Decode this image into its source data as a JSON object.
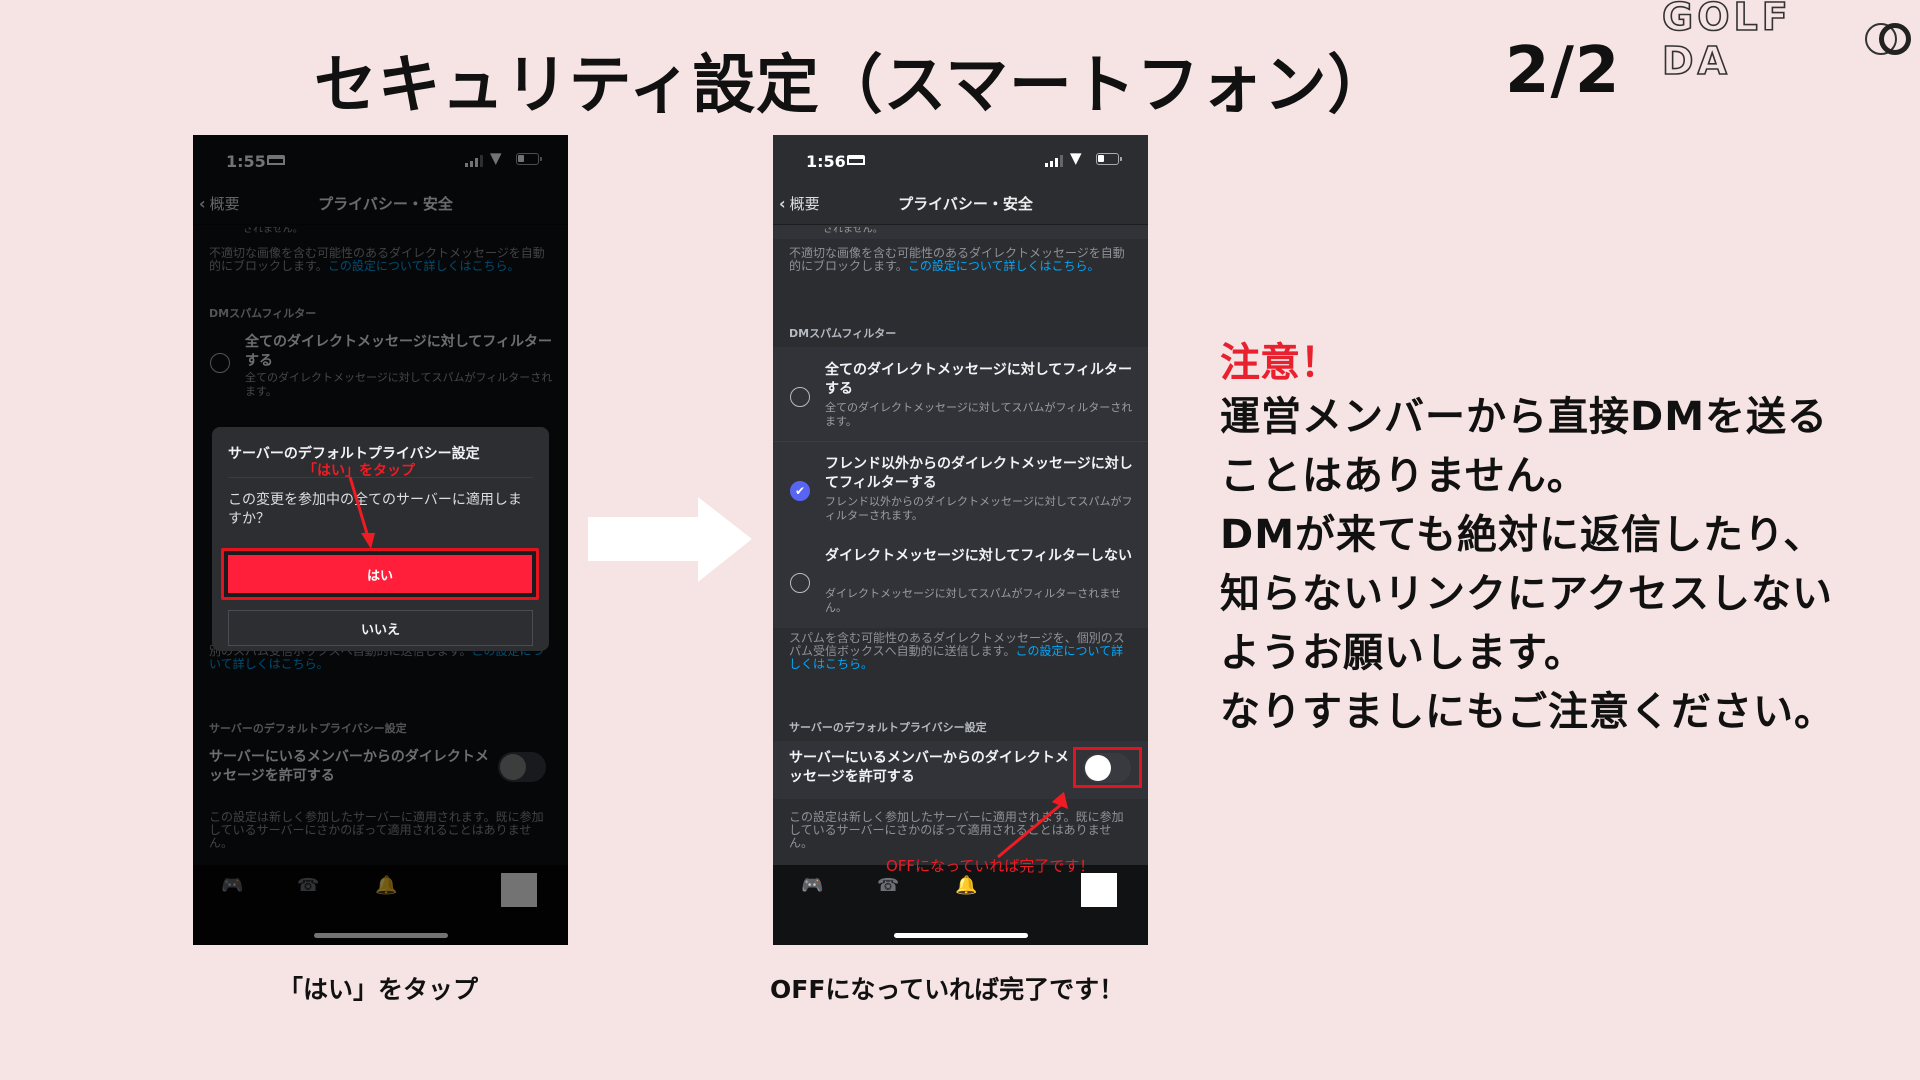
{
  "header": {
    "title": "セキュリティ設定（スマートフォン）",
    "page_indicator": "2/2",
    "logo_text": "GOLF DA"
  },
  "phone_left": {
    "status": {
      "time": "1:55"
    },
    "nav": {
      "back_label": "概要",
      "title": "プライバシー・安全"
    },
    "clipped_top_text": "されません。",
    "explicit_note": "不適切な画像を含む可能性のあるダイレクトメッセージを自動的にブロックします。",
    "explicit_link": "この設定について詳しくはこちら。",
    "spam_section_label": "DMスパムフィルター",
    "option1": {
      "title": "全てのダイレクトメッセージに対してフィルターする",
      "desc": "全てのダイレクトメッセージに対してスパムがフィルターされます。"
    },
    "spam_note_partial": "別のスパム受信ボックスへ自動的に送信します。",
    "spam_link_partial": "この設定について詳しくはこちら。",
    "server_section_label": "サーバーのデフォルトプライバシー設定",
    "server_toggle_title": "サーバーにいるメンバーからのダイレクトメッセージを許可する",
    "server_note": "この設定は新しく参加したサーバーに適用されます。既に参加しているサーバーにさかのぼって適用されることはありません。",
    "dialog": {
      "title": "サーバーのデフォルトプライバシー設定",
      "body": "この変更を参加中の全てのサーバーに適用しますか？",
      "yes_label": "はい",
      "no_label": "いいえ"
    },
    "annotation": "「はい」をタップ"
  },
  "phone_right": {
    "status": {
      "time": "1:56"
    },
    "nav": {
      "back_label": "概要",
      "title": "プライバシー・安全"
    },
    "clipped_top_text": "されません。",
    "explicit_note": "不適切な画像を含む可能性のあるダイレクトメッセージを自動的にブロックします。",
    "explicit_link": "この設定について詳しくはこちら。",
    "spam_section_label": "DMスパムフィルター",
    "options": [
      {
        "title": "全てのダイレクトメッセージに対してフィルターする",
        "desc": "全てのダイレクトメッセージに対してスパムがフィルターされます。",
        "selected": false
      },
      {
        "title": "フレンド以外からのダイレクトメッセージに対してフィルターする",
        "desc": "フレンド以外からのダイレクトメッセージに対してスパムがフィルターされます。",
        "selected": true
      },
      {
        "title": "ダイレクトメッセージに対してフィルターしない",
        "desc": "ダイレクトメッセージに対してスパムがフィルターされません。",
        "selected": false
      }
    ],
    "spam_note": "スパムを含む可能性のあるダイレクトメッセージを、個別のスパム受信ボックスへ自動的に送信します。",
    "spam_link": "この設定について詳しくはこちら。",
    "server_section_label": "サーバーのデフォルトプライバシー設定",
    "server_toggle_title": "サーバーにいるメンバーからのダイレクトメッセージを許可する",
    "server_toggle_state": "OFF",
    "server_note": "この設定は新しく参加したサーバーに適用されます。既に参加しているサーバーにさかのぼって適用されることはありません。",
    "annotation": "OFFになっていれば完了です！"
  },
  "notice": {
    "heading": "注意！",
    "lines": [
      "運営メンバーから直接DMを送る",
      "ことはありません。",
      "DMが来ても絶対に返信したり、",
      "知らないリンクにアクセスしない",
      "ようお願いします。",
      "なりすましにもご注意ください。"
    ]
  },
  "captions": {
    "left": "「はい」をタップ",
    "right": "OFFになっていれば完了です！"
  },
  "icons": {
    "tab_home": "discord-icon",
    "tab_friends": "friends-wave-icon",
    "tab_notifications": "bell-icon",
    "tab_profile": "avatar",
    "check": "✔",
    "wifi": "wifi-icon"
  },
  "colors": {
    "background": "#f5e4e3",
    "accent_red": "#e8212e",
    "discord_blurple": "#5865f2",
    "link_blue": "#00a8fc",
    "yes_button": "#ff1f3a"
  }
}
